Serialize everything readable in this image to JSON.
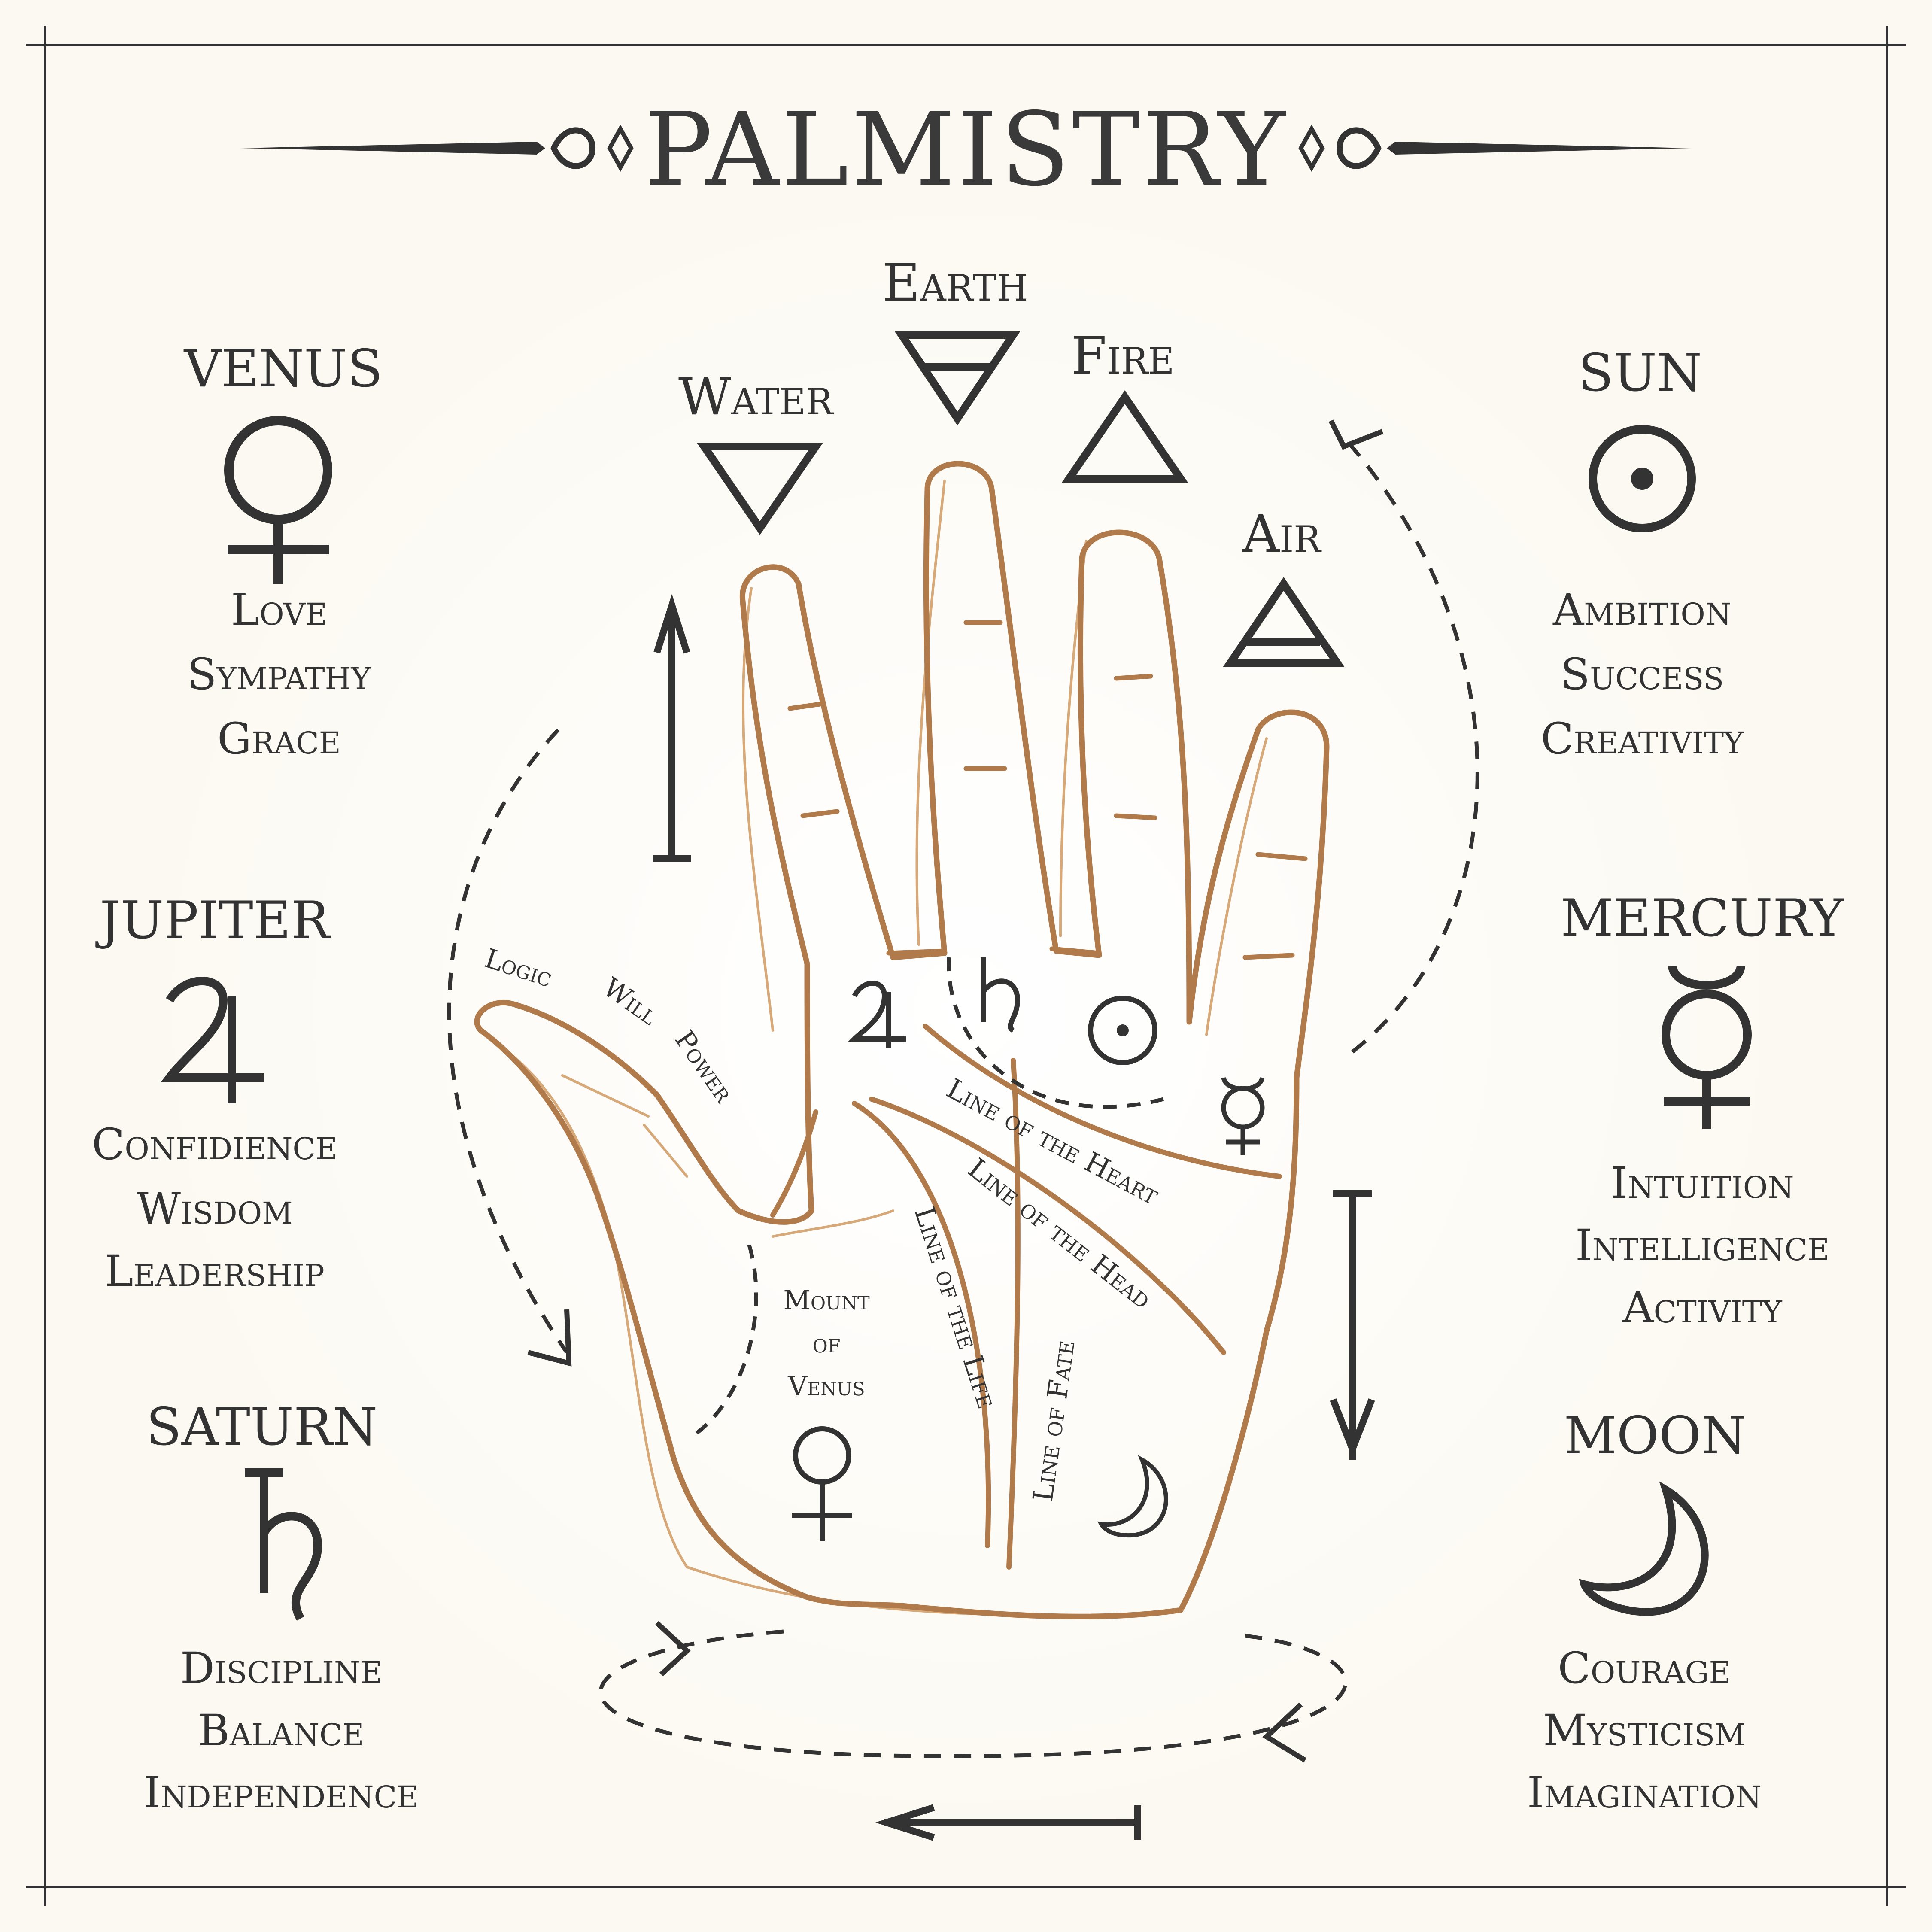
{
  "title": "PALMISTRY",
  "colors": {
    "background": "#fbf9f1",
    "ink": "#333333",
    "hand_outline": "#b07a4a",
    "hand_inner": "#d7a878"
  },
  "elements": [
    {
      "name": "Earth",
      "icon": "earth-triangle-icon"
    },
    {
      "name": "Water",
      "icon": "water-triangle-icon"
    },
    {
      "name": "Fire",
      "icon": "fire-triangle-icon"
    },
    {
      "name": "Air",
      "icon": "air-triangle-icon"
    }
  ],
  "planets": [
    {
      "name": "VENUS",
      "icon": "venus-icon",
      "traits": [
        "Love",
        "Sympathy",
        "Grace"
      ]
    },
    {
      "name": "JUPITER",
      "icon": "jupiter-icon",
      "traits": [
        "Confidience",
        "Wisdom",
        "Leadership"
      ]
    },
    {
      "name": "SATURN",
      "icon": "saturn-icon",
      "traits": [
        "Discipline",
        "Balance",
        "Independence"
      ]
    },
    {
      "name": "SUN",
      "icon": "sun-icon",
      "traits": [
        "Ambition",
        "Success",
        "Creativity"
      ]
    },
    {
      "name": "MERCURY",
      "icon": "mercury-icon",
      "traits": [
        "Intuition",
        "Intelligence",
        "Activity"
      ]
    },
    {
      "name": "MOON",
      "icon": "moon-icon",
      "traits": [
        "Courage",
        "Mysticism",
        "Imagination"
      ]
    }
  ],
  "palm_labels": {
    "logic": "Logic",
    "will": "Will",
    "power": "Power",
    "mount_of_venus": [
      "Mount",
      "of",
      "Venus"
    ],
    "heart_line": "Line of the Heart",
    "head_line": "Line of the Head",
    "life_line": "Line of the Life",
    "fate_line": "Line of Fate"
  }
}
